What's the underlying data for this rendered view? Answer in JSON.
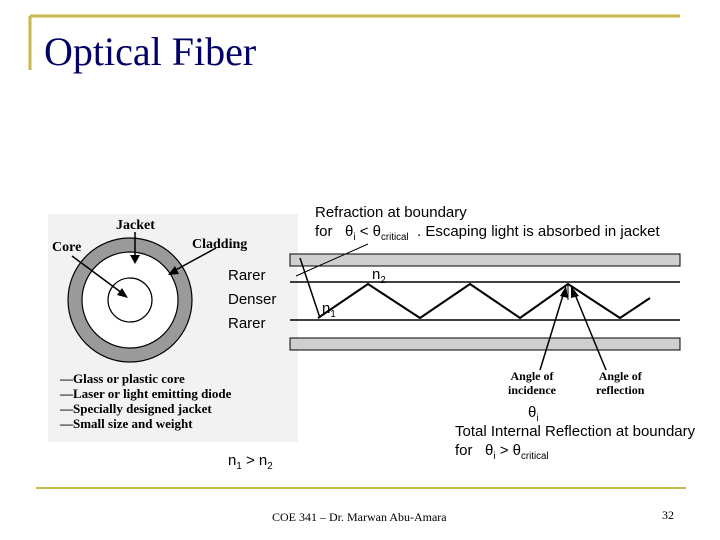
{
  "slide": {
    "title": "Optical Fiber",
    "colors": {
      "accent": "#c9b84b",
      "title": "#000066"
    }
  },
  "cross_section": {
    "jacket_label": "Jacket",
    "cladding_label": "Cladding",
    "core_label": "Core",
    "features": [
      "—Glass or plastic core",
      "—Laser or light emitting diode",
      "—Specially designed jacket",
      "—Small size and weight"
    ]
  },
  "layers": {
    "top": "Rarer",
    "middle": "Denser",
    "bottom": "Rarer"
  },
  "refraction": {
    "line1": "Refraction at boundary",
    "for": "for",
    "theta_i": "θ",
    "sub_i": "i",
    "lt": "<",
    "theta_c": "θ",
    "sub_critical": "critical",
    "rest": ". Escaping light is absorbed in jacket"
  },
  "indices": {
    "n": "n",
    "sub1": "1",
    "sub2": "2",
    "relation_mid": " > n",
    "relation_sub1": "1",
    "relation_sub2": "2",
    "relation_n": "n"
  },
  "angles": {
    "incidence": "Angle of\nincidence",
    "reflection": "Angle of\nreflection"
  },
  "tir": {
    "theta": "θ",
    "sub_i": "i",
    "line1": "Total Internal Reflection at boundary",
    "for": "for",
    "gt": ">",
    "sub_critical": "critical"
  },
  "footer": {
    "course": "COE 341 – Dr. Marwan Abu-Amara",
    "page": "32"
  }
}
